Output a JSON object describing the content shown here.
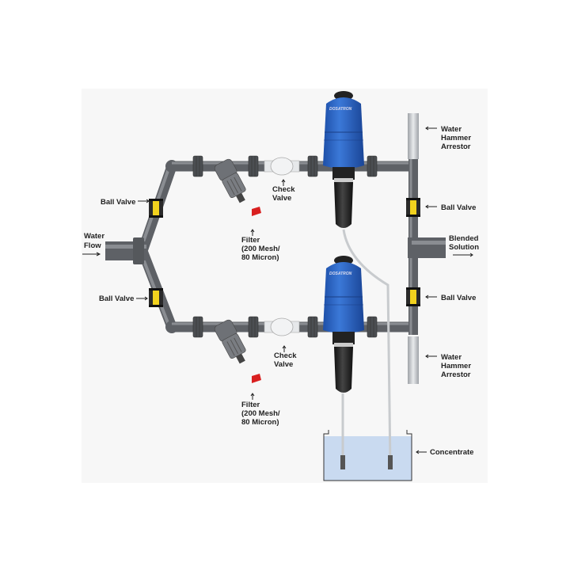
{
  "labels": {
    "water_flow": [
      "Water",
      "Flow"
    ],
    "ball_valve": "Ball Valve",
    "check_valve": [
      "Check",
      "Valve"
    ],
    "filter": [
      "Filter",
      "(200 Mesh/",
      "80 Micron)"
    ],
    "water_hammer_arrestor": [
      "Water",
      "Hammer",
      "Arrestor"
    ],
    "blended_solution": [
      "Blended",
      "Solution"
    ],
    "concentrate": "Concentrate"
  },
  "logo": "DOSATRON",
  "colors": {
    "background": "#f7f7f7",
    "pipe": "#5e6166",
    "dosatron_blue": "#2f66c4",
    "valve_yellow": "#f2d21e",
    "filter_handle_red": "#d92020",
    "concentrate_liquid": "#c9daf0"
  }
}
